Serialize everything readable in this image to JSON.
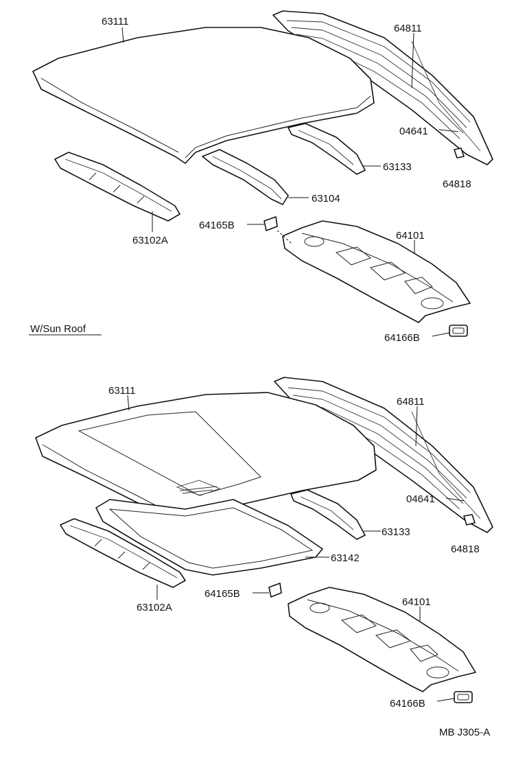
{
  "top_section": {
    "labels": {
      "roof_panel": "63111",
      "back_window_glass": "64811",
      "clip": "04641",
      "spacer": "64818",
      "rear_roof_rail": "63133",
      "roof_bow": "63104",
      "front_header": "63102A",
      "bracket": "64165B",
      "package_tray": "64101",
      "plug": "64166B"
    }
  },
  "variant_note": "W/Sun Roof",
  "bottom_section": {
    "labels": {
      "roof_panel": "63111",
      "back_window_glass": "64811",
      "clip": "04641",
      "spacer": "64818",
      "rear_roof_rail": "63133",
      "sunroof_frame": "63142",
      "front_header": "63102A",
      "bracket": "64165B",
      "package_tray": "64101",
      "plug": "64166B"
    }
  },
  "diagram_code": "MB J305-A"
}
